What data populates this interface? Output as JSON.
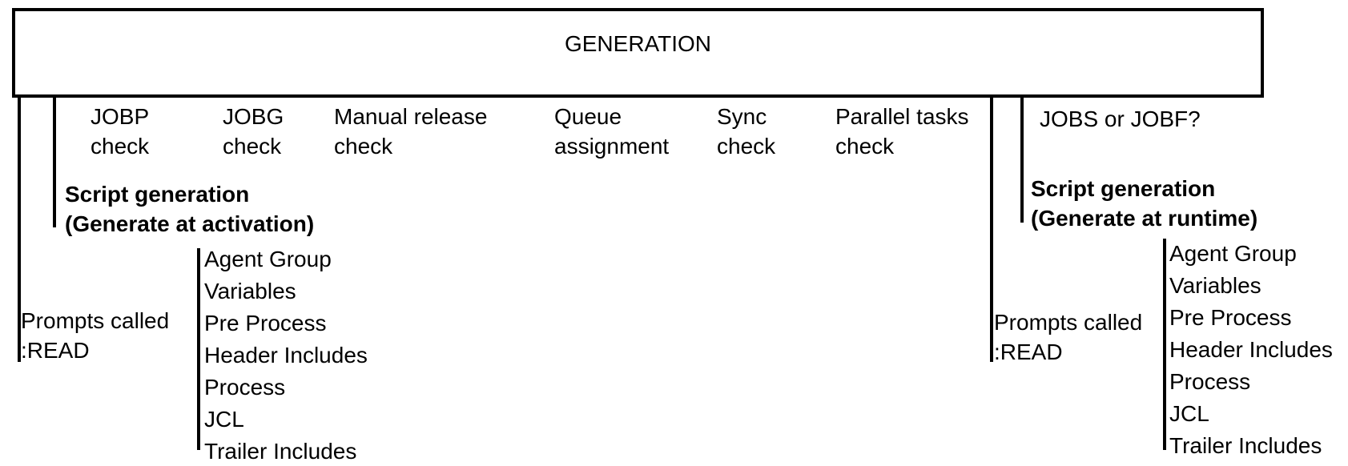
{
  "diagram": {
    "title": "GENERATION",
    "checks": [
      "JOBP\ncheck",
      "JOBG\ncheck",
      "Manual release\ncheck",
      "Queue\nassignment",
      "Sync\ncheck",
      "Parallel tasks\ncheck"
    ],
    "job_type_question": "JOBS or JOBF?",
    "branches": {
      "activation": {
        "heading": "Script generation\n(Generate at activation)",
        "prompts_note": "Prompts called\n:READ",
        "script_parts": [
          "Agent Group",
          "Variables",
          "Pre Process",
          "Header Includes",
          "Process",
          "JCL",
          "Trailer Includes"
        ]
      },
      "runtime": {
        "heading": "Script generation\n(Generate at runtime)",
        "prompts_note": "Prompts called\n:READ",
        "script_parts": [
          "Agent Group",
          "Variables",
          "Pre Process",
          "Header Includes",
          "Process",
          "JCL",
          "Trailer Includes"
        ]
      }
    },
    "colors": {
      "ink": "#000000",
      "background": "#ffffff"
    }
  }
}
